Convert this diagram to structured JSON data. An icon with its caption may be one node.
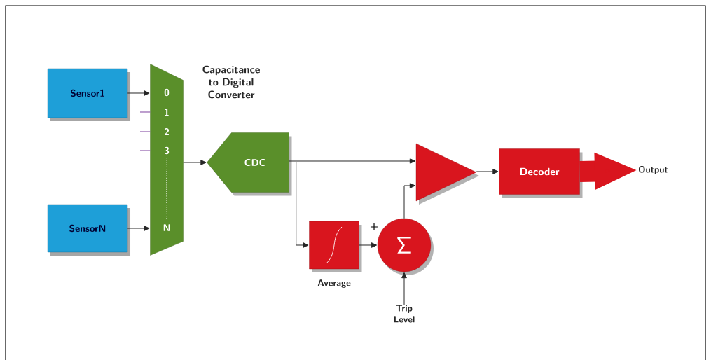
{
  "diagram": {
    "nodes": [
      {
        "text": [
          "Sensor1"
        ]
      },
      {
        "text": [
          "SensorN"
        ]
      },
      {
        "text": [
          "0",
          "1",
          "2",
          "3",
          "N"
        ],
        "beside": [
          "Capacitance to Digital Converter"
        ]
      },
      {
        "text": [
          "CDC"
        ]
      },
      {
        "text": [],
        "shape": "triangle"
      },
      {
        "text": [],
        "shape": "box",
        "beside": [
          "Average"
        ]
      },
      {
        "text": [
          "Σ"
        ]
      },
      {
        "text": [
          "Trip Level"
        ]
      },
      {
        "text": [
          "Decoder"
        ]
      },
      {
        "text": [
          "Output"
        ]
      }
    ],
    "edges": [
      {
        "from": 0,
        "to": 2,
        "arrow": "to"
      },
      {
        "from": null,
        "to": 2,
        "arrow": "none",
        "color": "#7b3f9e"
      },
      {
        "from": null,
        "to": 2,
        "arrow": "none",
        "color": "#7b3f9e"
      },
      {
        "from": null,
        "to": 2,
        "arrow": "none",
        "color": "#7b3f9e"
      },
      {
        "from": 1,
        "to": 2,
        "arrow": "to"
      },
      {
        "from": 2,
        "to": 3,
        "arrow": "to"
      },
      {
        "from": 3,
        "to": 4,
        "arrow": "to"
      },
      {
        "from": 3,
        "to": 5,
        "arrow": "to"
      },
      {
        "from": 5,
        "to": 6,
        "arrow": "to",
        "label": "+"
      },
      {
        "from": 7,
        "to": 6,
        "arrow": "to",
        "label": "−"
      },
      {
        "from": 6,
        "to": 4,
        "arrow": "to"
      },
      {
        "from": 4,
        "to": 8,
        "arrow": "to"
      },
      {
        "from": 8,
        "to": 9,
        "arrow": "to",
        "style": "thick",
        "color": "#d9151e"
      }
    ]
  }
}
